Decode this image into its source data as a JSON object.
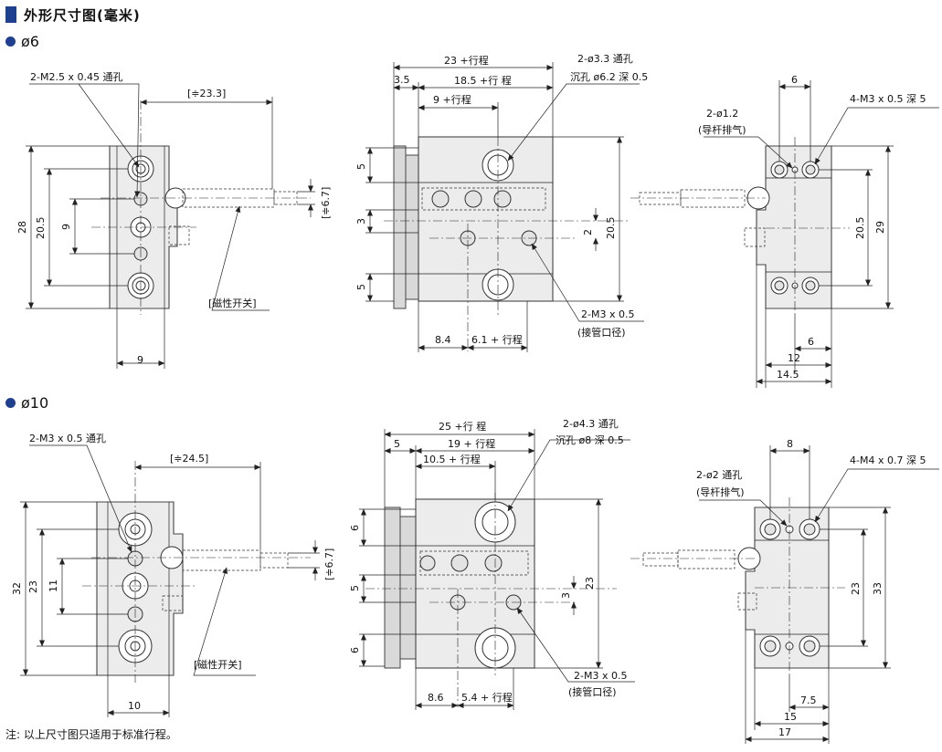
{
  "header": {
    "title": "外形尺寸图(毫米)",
    "accent": "#1f3f8f"
  },
  "sections": {
    "s6": "ø6",
    "s10": "ø10"
  },
  "note": "注: 以上尺寸图只适用于标准行程。",
  "d6": {
    "front": {
      "port_call": "2-M2.5 x 0.45 通孔",
      "d_23_3": "[≑23.3]",
      "d_6_7": "[≑6.7]",
      "switch": "[磁性开关]",
      "d28": "28",
      "d20_5": "20.5",
      "d9v": "9",
      "d9h": "9"
    },
    "side": {
      "d3_5": "3.5",
      "d23": "23 +行程",
      "d18_5": "18.5 +行 程",
      "d9": "9 +行程",
      "hole_l1": "2-ø3.3 通孔",
      "hole_l2": "沉孔 ø6.2 深 0.5",
      "d5a": "5",
      "d3": "3",
      "d5b": "5",
      "d2": "2",
      "d20_5": "20.5",
      "port_l1": "2-M3 x 0.5",
      "port_l2": "(接管口径)",
      "d8_4": "8.4",
      "d6_1": "6.1 + 行程"
    },
    "rear": {
      "d6t": "6",
      "thread": "4-M3 x 0.5 深 5",
      "vent_l1": "2-ø1.2",
      "vent_l2": "(导杆排气)",
      "d20_5": "20.5",
      "d29": "29",
      "d6b": "6",
      "d12": "12",
      "d14_5": "14.5"
    }
  },
  "d10": {
    "front": {
      "port_call": "2-M3 x 0.5 通孔",
      "d_24_5": "[≑24.5]",
      "d_6_7": "[≑6.7]",
      "switch": "[磁性开关]",
      "d32": "32",
      "d23": "23",
      "d11": "11",
      "d10h": "10"
    },
    "side": {
      "d5": "5",
      "d25": "25 +行 程",
      "d19": "19 + 行程",
      "d10_5": "10.5 + 行程",
      "hole_l1": "2-ø4.3 通孔",
      "hole_l2": "沉孔 ø8 深 0.5",
      "d6a": "6",
      "d5m": "5",
      "d6b": "6",
      "d3": "3",
      "d23": "23",
      "port_l1": "2-M3 x 0.5",
      "port_l2": "(接管口径)",
      "d8_6": "8.6",
      "d5_4": "5.4 + 行程"
    },
    "rear": {
      "d8t": "8",
      "thread": "4-M4 x 0.7 深 5",
      "vent_l1": "2-ø2 通孔",
      "vent_l2": "(导杆排气)",
      "d23": "23",
      "d33": "33",
      "d7_5": "7.5",
      "d15": "15",
      "d17": "17"
    }
  }
}
